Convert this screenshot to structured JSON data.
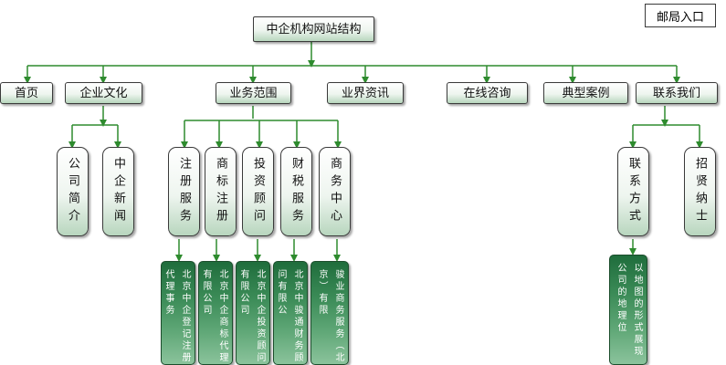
{
  "root": "中企机构网站结构",
  "mailbox": "邮局入口",
  "nav": [
    "首页",
    "企业文化",
    "业务范围",
    "业界资讯",
    "在线咨询",
    "典型案例",
    "联系我们"
  ],
  "culture": [
    "公司简介",
    "中企新闻"
  ],
  "business": [
    "注册服务",
    "商标注册",
    "投资顾问",
    "财税服务",
    "商务中心"
  ],
  "business_details": [
    "北京中企登记注册代理事务",
    "北京中企商标代理有限公司",
    "北京中企投资顾问有限公司",
    "北京中骏通财务顾问有限公",
    "骏业商务服务（北京）有限"
  ],
  "contact": [
    "联系方式",
    "招贤纳士"
  ],
  "contact_detail": "以地图的形式展现公司的地理位",
  "colors": {
    "arrow": "#2e8b2e",
    "node_fill": "#b8d6be",
    "detail_fill": "#2f7f4a"
  }
}
